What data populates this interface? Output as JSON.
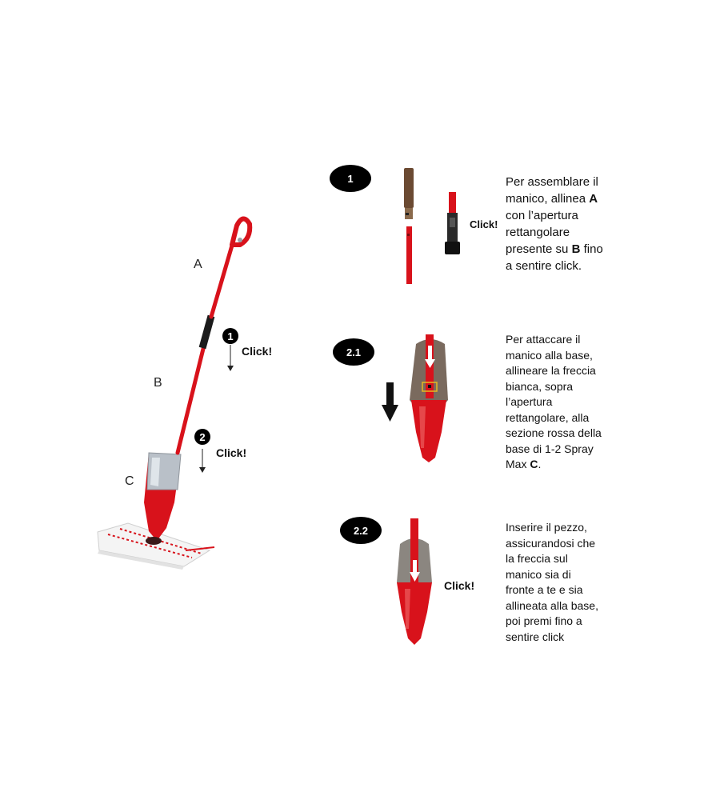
{
  "mop": {
    "label_a": "A",
    "label_b": "B",
    "label_c": "C",
    "step1_number": "1",
    "step1_click": "Click!",
    "step2_number": "2",
    "step2_click": "Click!"
  },
  "steps": [
    {
      "badge": "1",
      "click": "Click!",
      "text_1": "Per assemblare il",
      "text_2": "manico, allinea ",
      "text_bold_a": "A",
      "text_3": "con l’apertura",
      "text_4": "rettangolare",
      "text_5": "presente su ",
      "text_bold_b": "B",
      "text_6": " fino",
      "text_7": "a sentire click."
    },
    {
      "badge": "2.1",
      "text_1": "Per attaccare il",
      "text_2": "manico alla base,",
      "text_3": "allineare la freccia",
      "text_4": "bianca, sopra",
      "text_5": "l’apertura",
      "text_6": "rettangolare, alla",
      "text_7": "sezione rossa della",
      "text_8": "base di 1-2 Spray",
      "text_9": "Max ",
      "text_bold_c": "C",
      "text_10": "."
    },
    {
      "badge": "2.2",
      "click": "Click!",
      "text_1": "Inserire il pezzo,",
      "text_2": "assicurandosi che",
      "text_3": "la freccia sul",
      "text_4": "manico sia di",
      "text_5": "fronte a te e sia",
      "text_6": "allineata alla base,",
      "text_7": "poi premi fino a",
      "text_8": "sentire click"
    }
  ],
  "colors": {
    "accent_red": "#d8121b",
    "badge_black": "#000000"
  }
}
